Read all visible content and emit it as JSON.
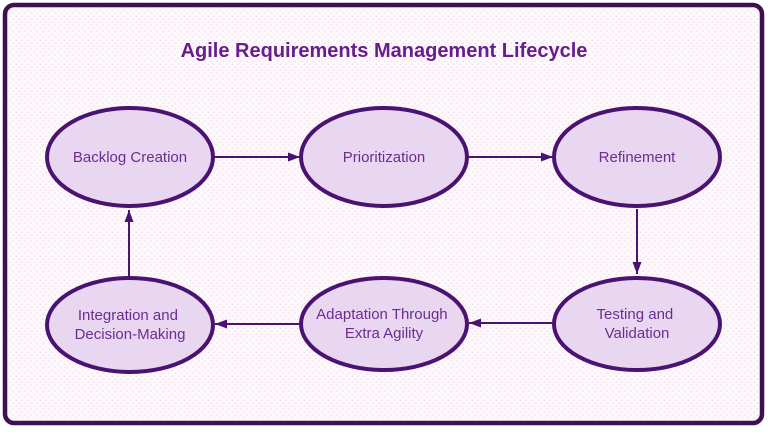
{
  "title": "Agile Requirements Management Lifecycle",
  "colors": {
    "outer-bg": "#ffffff",
    "frame-border": "#3d1056",
    "canvas-bg": "#fdf8fb",
    "dot": "#f0d7e7",
    "node-fill": "#e9d6f1",
    "node-stroke": "#4a1271",
    "node-text": "#6b2d91",
    "title-text": "#671e8c",
    "arrow": "#4a1271"
  },
  "nodes": [
    {
      "id": "backlog-creation",
      "lines": [
        "Backlog Creation",
        ""
      ]
    },
    {
      "id": "prioritization",
      "lines": [
        "Prioritization",
        ""
      ]
    },
    {
      "id": "refinement",
      "lines": [
        "Refinement",
        ""
      ]
    },
    {
      "id": "testing-and-validation",
      "lines": [
        "Testing and",
        "Validation"
      ]
    },
    {
      "id": "adaptation-through-extra-agility",
      "lines": [
        "Adaptation Through",
        "Extra Agility"
      ]
    },
    {
      "id": "integration-and-decision-making",
      "lines": [
        "Integration and",
        "Decision-Making"
      ]
    }
  ],
  "edges": [
    {
      "from": "backlog-creation",
      "to": "prioritization"
    },
    {
      "from": "prioritization",
      "to": "refinement"
    },
    {
      "from": "refinement",
      "to": "testing-and-validation"
    },
    {
      "from": "testing-and-validation",
      "to": "adaptation-through-extra-agility"
    },
    {
      "from": "adaptation-through-extra-agility",
      "to": "integration-and-decision-making"
    },
    {
      "from": "integration-and-decision-making",
      "to": "backlog-creation"
    }
  ]
}
